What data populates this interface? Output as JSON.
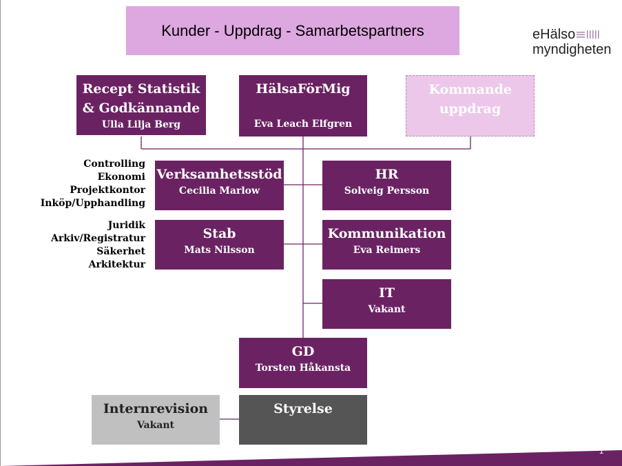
{
  "header": {
    "title": "Kunder - Uppdrag - Samarbetspartners"
  },
  "logo": {
    "line1": "eHälso",
    "line2": "myndigheten"
  },
  "boxes": {
    "recept": {
      "title": "Recept Statistik & Godkännande",
      "person": "Ulla Lilja Berg"
    },
    "halsa": {
      "title": "HälsaFörMig",
      "person": "Eva Leach Elfgren"
    },
    "kommande": {
      "title": "Kommande uppdrag"
    },
    "verksamhet": {
      "title": "Verksamhetsstöd",
      "person": "Cecilia Marlow"
    },
    "hr": {
      "title": "HR",
      "person": "Solveig Persson"
    },
    "stab": {
      "title": "Stab",
      "person": "Mats Nilsson"
    },
    "kommunikation": {
      "title": "Kommunikation",
      "person": "Eva Reimers"
    },
    "it": {
      "title": "IT",
      "person": "Vakant"
    },
    "gd": {
      "title": "GD",
      "person": "Torsten Håkansta"
    },
    "styrelse": {
      "title": "Styrelse"
    },
    "internrevision": {
      "title": "Internrevision",
      "person": "Vakant"
    }
  },
  "side_labels": {
    "verksamhet": [
      "Controlling",
      "Ekonomi",
      "Projektkontor",
      "Inköp/Upphandling"
    ],
    "stab": [
      "Juridik",
      "Arkiv/Registratur",
      "Säkerhet",
      "Arkitektur"
    ]
  },
  "page_number": "1",
  "colors": {
    "header": "#dda7df",
    "box": "#6b2263",
    "dashed_box": "#ecc7ea",
    "gray_box": "#c0c0c0",
    "dark_box": "#555556",
    "footer": "#6b2263"
  }
}
